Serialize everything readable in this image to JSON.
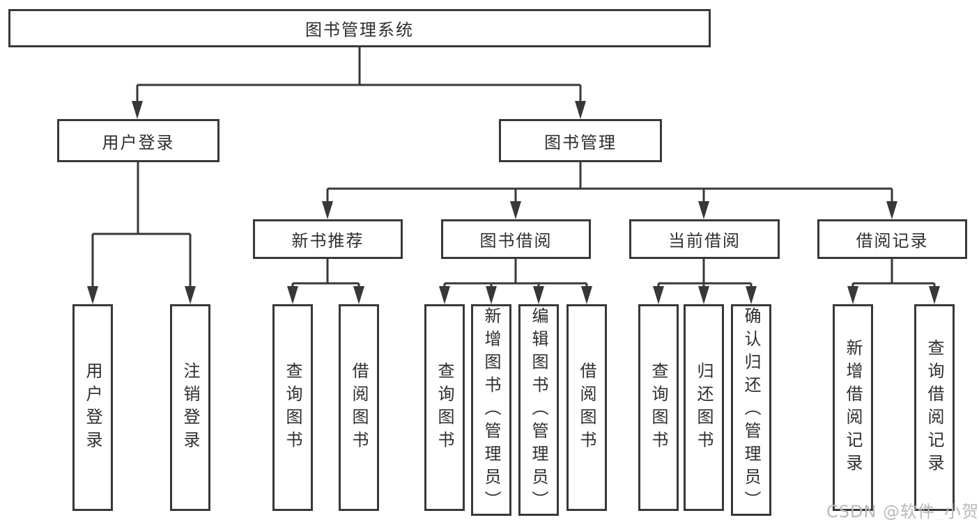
{
  "diagram": {
    "title": "图书管理系统",
    "nodes": {
      "root": {
        "label": "图书管理系统"
      },
      "user_login": {
        "label": "用户登录",
        "children": [
          "用户登录",
          "注销登录"
        ]
      },
      "book_mgmt": {
        "label": "图书管理"
      },
      "new_books": {
        "label": "新书推荐",
        "children": [
          "查询图书",
          "借阅图书"
        ]
      },
      "book_borrow": {
        "label": "图书借阅",
        "children": [
          "查询图书",
          "新增图书（管理员）",
          "编辑图书（管理员）",
          "借阅图书"
        ]
      },
      "current_borrow": {
        "label": "当前借阅",
        "children": [
          "查询图书",
          "归还图书",
          "确认归还（管理员）"
        ]
      },
      "borrow_records": {
        "label": "借阅记录",
        "children": [
          "新增借阅记录",
          "查询借阅记录"
        ]
      }
    }
  },
  "watermark": {
    "text": "CSDN @软件_小贺同学"
  },
  "colors": {
    "line": "#383838",
    "box_border": "#383838",
    "text": "#2e2e2e",
    "watermark": "#b9b9b9",
    "background": "#ffffff"
  }
}
